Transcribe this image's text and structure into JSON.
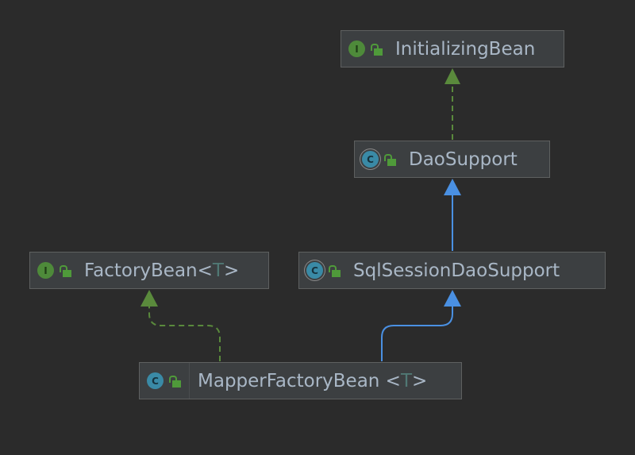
{
  "nodes": {
    "initializing_bean": {
      "name": "InitializingBean",
      "kind": "interface",
      "kind_letter": "I"
    },
    "dao_support": {
      "name": "DaoSupport",
      "kind": "abstract-class",
      "kind_letter": "C"
    },
    "factory_bean": {
      "name": "FactoryBean",
      "type_param_open": "<",
      "type_param": "T",
      "type_param_close": ">",
      "kind": "interface",
      "kind_letter": "I"
    },
    "sql_session_dao_support": {
      "name": "SqlSessionDaoSupport",
      "kind": "abstract-class",
      "kind_letter": "C"
    },
    "mapper_factory_bean": {
      "name": "MapperFactoryBean",
      "type_param_open": " <",
      "type_param": "T",
      "type_param_close": ">",
      "kind": "class",
      "kind_letter": "C"
    }
  },
  "colors": {
    "background": "#2b2b2b",
    "implements": "#5a8a3c",
    "extends": "#4a90e2"
  }
}
